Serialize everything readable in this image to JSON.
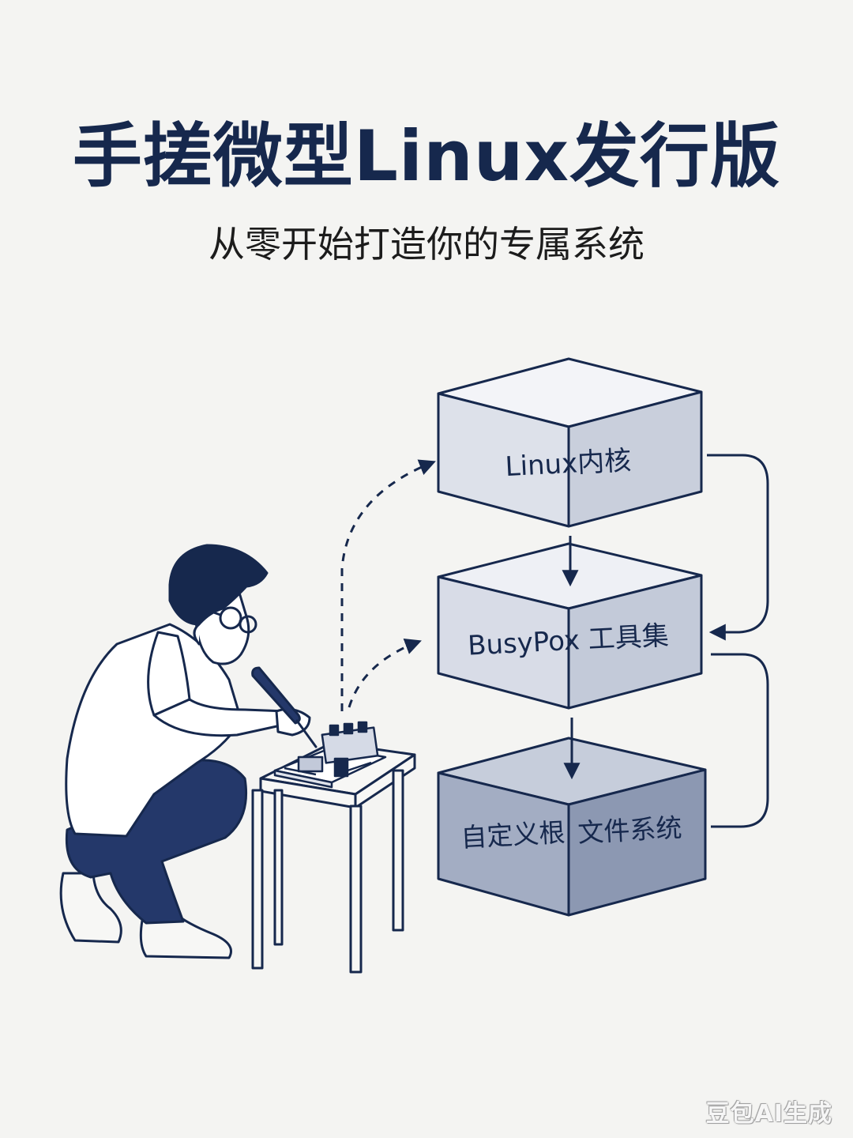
{
  "header": {
    "title": "手搓微型Linux发行版",
    "subtitle": "从零开始打造你的专属系统"
  },
  "stack": {
    "layer_1": "Linux内核",
    "layer_2": "BusyPox 工具集",
    "layer_3a": "自定义根",
    "layer_3b": "文件系统"
  },
  "watermark": "豆包AI生成",
  "colors": {
    "ink": "#16284d",
    "top_face": "#eef0f6",
    "front_face_1": "#d7dbe6",
    "front_face_3": "#8f9ab3",
    "background": "#f4f4f2"
  }
}
